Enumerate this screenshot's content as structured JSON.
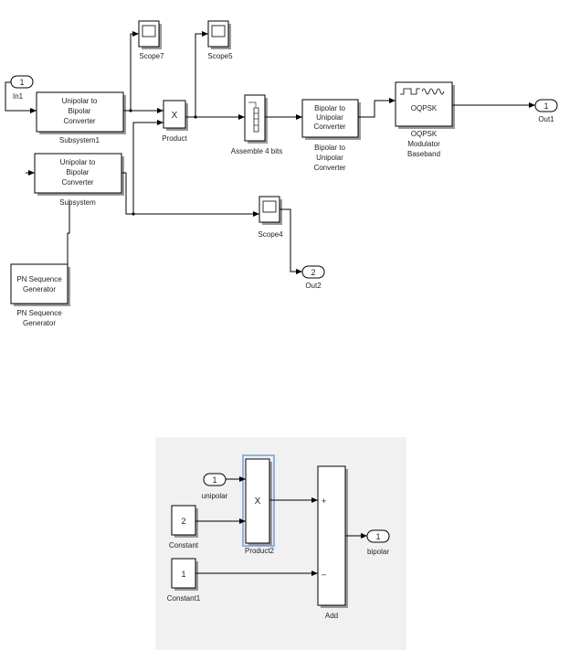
{
  "top": {
    "in1": {
      "num": "1",
      "label": "In1"
    },
    "subsystem1": {
      "lines": [
        "Unipolar to",
        "Bipolar",
        "Converter"
      ],
      "name": "Subsystem1"
    },
    "subsystem": {
      "lines": [
        "Unipolar to",
        "Bipolar",
        "Converter"
      ],
      "name": "Subsystem"
    },
    "scope7": {
      "name": "Scope7"
    },
    "scope5": {
      "name": "Scope5"
    },
    "scope4": {
      "name": "Scope4"
    },
    "product": {
      "symbol": "X",
      "name": "Product"
    },
    "assemble": {
      "name": "Assemble 4 bits"
    },
    "bip2uni": {
      "lines": [
        "Bipolar to",
        "Unipolar",
        "Converter"
      ],
      "name_lines": [
        "Bipolar to",
        "Unipolar",
        "Converter"
      ]
    },
    "oqpsk": {
      "label": "OQPSK",
      "name_lines": [
        "OQPSK",
        "Modulator",
        "Baseband"
      ]
    },
    "out1": {
      "num": "1",
      "label": "Out1"
    },
    "out2": {
      "num": "2",
      "label": "Out2"
    },
    "pn": {
      "lines": [
        "PN Sequence",
        "Generator"
      ],
      "name_lines": [
        "PN Sequence",
        "Generator"
      ]
    }
  },
  "bottom": {
    "unipolar": {
      "num": "1",
      "label": "unipolar"
    },
    "constant": {
      "value": "2",
      "name": "Constant"
    },
    "constant1": {
      "value": "1",
      "name": "Constant1"
    },
    "product2": {
      "symbol": "X",
      "name": "Product2"
    },
    "add": {
      "name": "Add",
      "plus": "+",
      "minus": "–"
    },
    "bipolar": {
      "num": "1",
      "label": "bipolar"
    }
  },
  "colors": {
    "panel_bg": "#f1f1f1",
    "selected_border": "#8fb3e0",
    "wire": "#000000"
  }
}
